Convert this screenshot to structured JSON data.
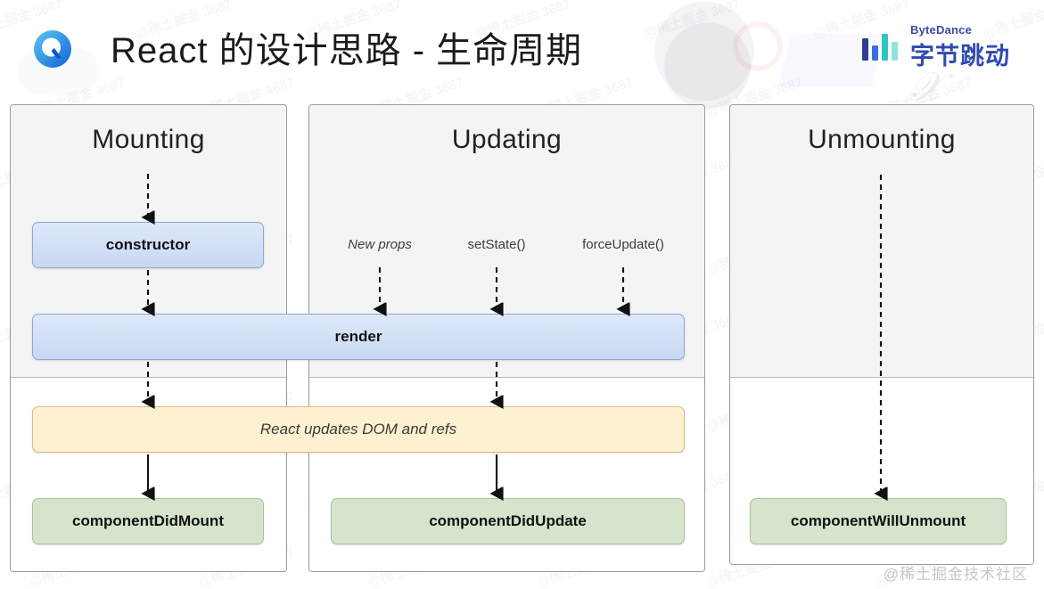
{
  "header": {
    "title": "React 的设计思路 - 生命周期",
    "logo_icon": "qi-circle-logo-icon",
    "brand": {
      "icon": "bytedance-bars-icon",
      "name_en": "ByteDance",
      "name_cn": "字节跳动"
    }
  },
  "watermark": {
    "tile_text": "@稀土掘金 3687",
    "credit": "@稀土掘金技术社区"
  },
  "diagram": {
    "type": "react-lifecycle-flow",
    "panels": [
      {
        "id": "mounting",
        "title": "Mounting"
      },
      {
        "id": "updating",
        "title": "Updating"
      },
      {
        "id": "unmounting",
        "title": "Unmounting"
      }
    ],
    "triggers": [
      {
        "id": "new-props",
        "label": "New props",
        "italic": true
      },
      {
        "id": "set-state",
        "label": "setState()",
        "italic": false
      },
      {
        "id": "force-update",
        "label": "forceUpdate()",
        "italic": false
      }
    ],
    "nodes": [
      {
        "id": "constructor",
        "label": "constructor",
        "color": "blue",
        "phase": "mounting"
      },
      {
        "id": "render",
        "label": "render",
        "color": "blue",
        "phase": "mounting+updating"
      },
      {
        "id": "react-updates-dom",
        "label": "React updates DOM and refs",
        "color": "yellow",
        "phase": "commit"
      },
      {
        "id": "component-did-mount",
        "label": "componentDidMount",
        "color": "green",
        "phase": "mounting"
      },
      {
        "id": "component-did-update",
        "label": "componentDidUpdate",
        "color": "green",
        "phase": "updating"
      },
      {
        "id": "component-will-unmount",
        "label": "componentWillUnmount",
        "color": "green",
        "phase": "unmounting"
      }
    ],
    "colors": {
      "blue_fill": "#c8d8f3",
      "blue_border": "#8fa8d4",
      "yellow_fill": "#fdf1d2",
      "yellow_border": "#d9bd7a",
      "green_fill": "#d7e4cd",
      "green_border": "#a9c197",
      "panel_top_bg": "#f4f4f4",
      "panel_border": "#9a9a9a",
      "brand_blue": "#2f4ab0"
    }
  }
}
